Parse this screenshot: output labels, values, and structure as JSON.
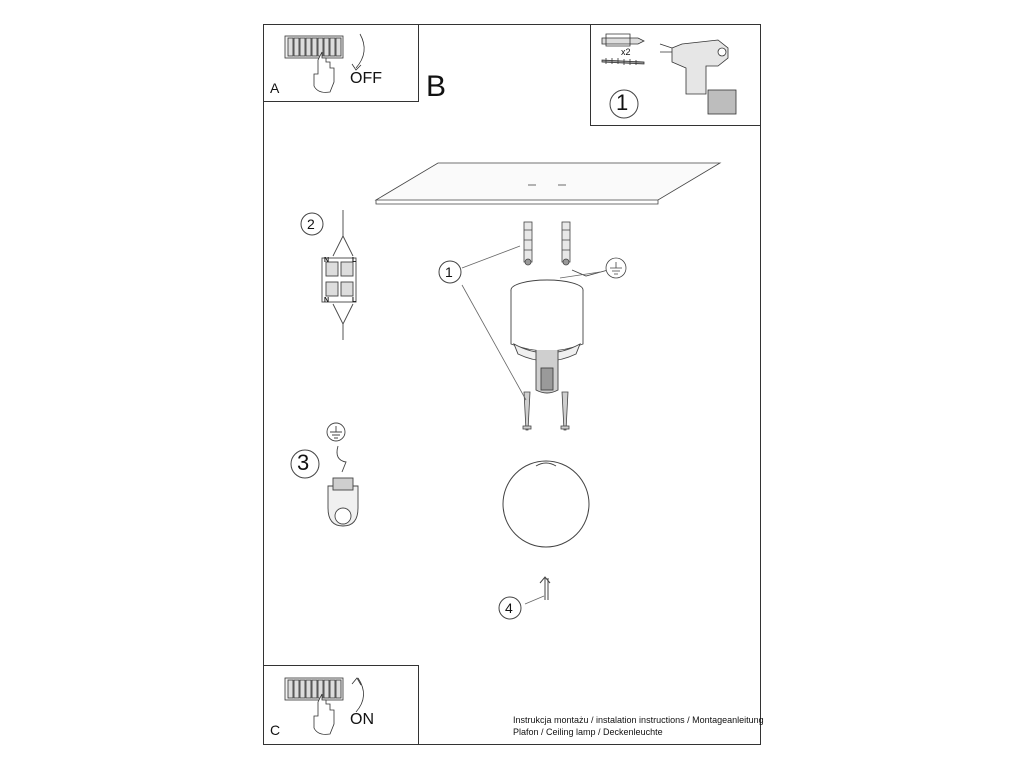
{
  "panels": {
    "a": {
      "letter": "A",
      "switch_state": "OFF"
    },
    "b": {
      "letter": "B"
    },
    "c": {
      "letter": "C",
      "switch_state": "ON"
    }
  },
  "tools": {
    "step": "1",
    "anchor_qty": "x2"
  },
  "steps": {
    "s1": "1",
    "s2": "2",
    "s3": "3",
    "s4": "4"
  },
  "wiring": {
    "neutral": "N",
    "live": "L"
  },
  "caption": {
    "line1": "Instrukcja montażu / instalation instructions / Montageanleitung",
    "line2": "Plafon / Ceiling lamp / Deckenleuchte"
  }
}
